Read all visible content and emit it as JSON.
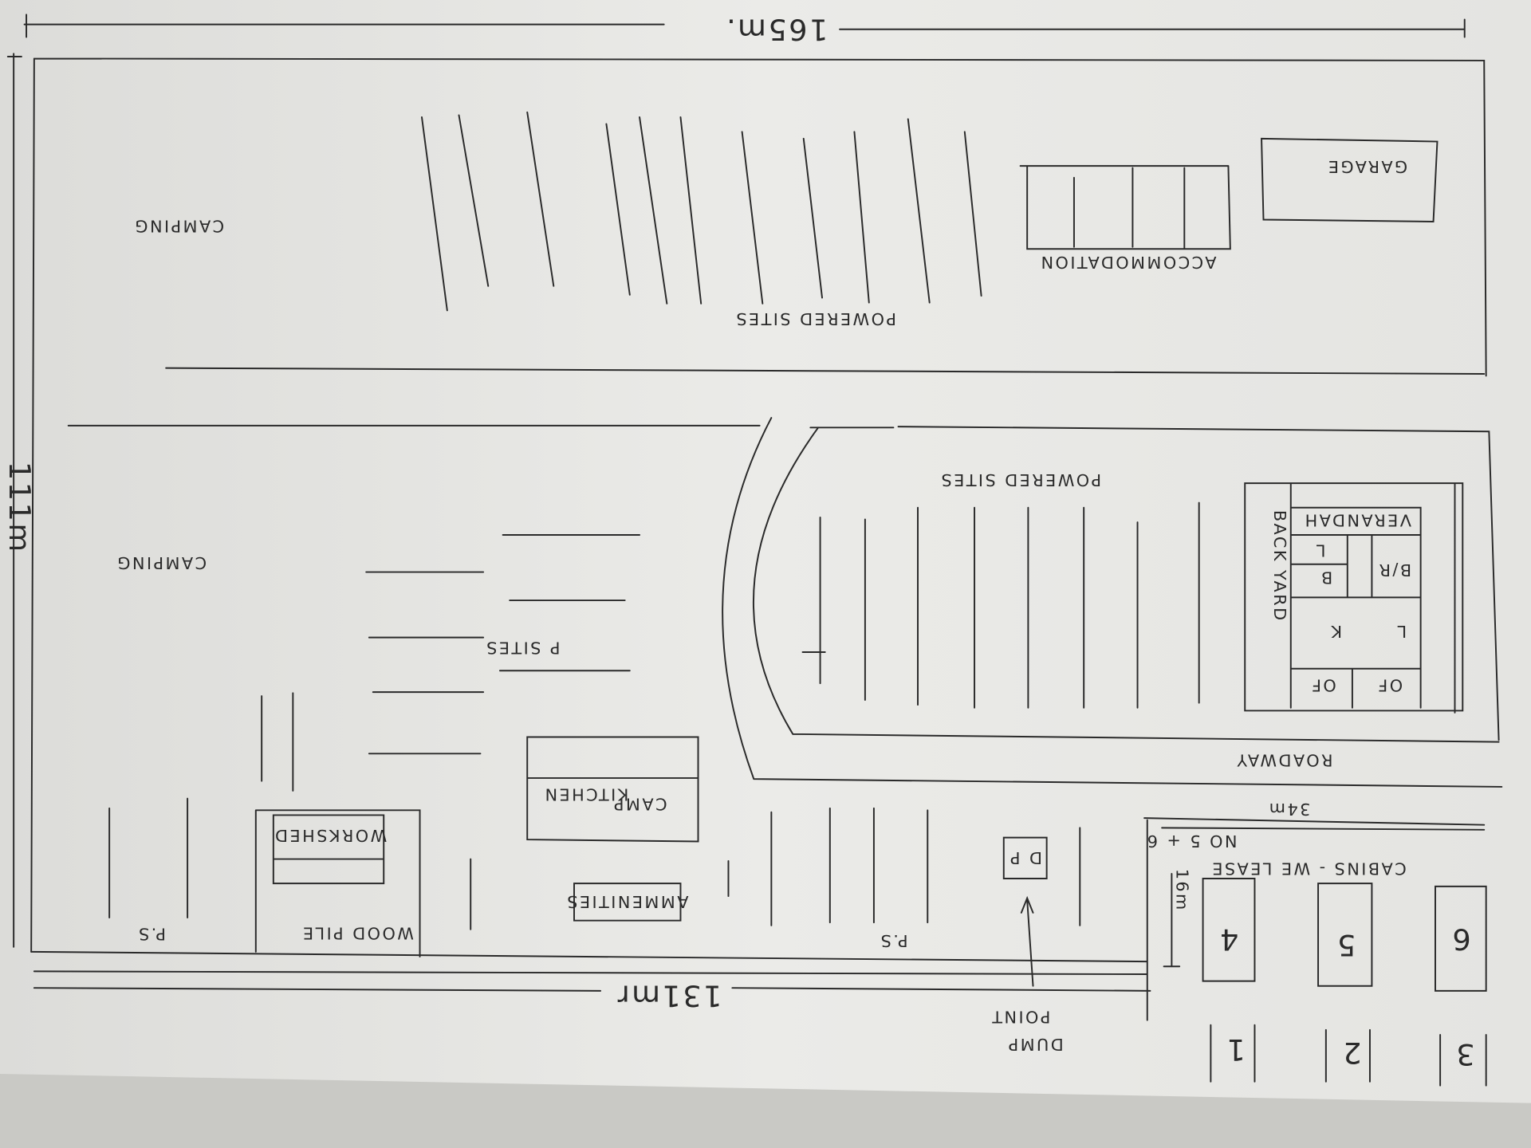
{
  "title_dimension_top": "165m.",
  "dimension_left": "111m",
  "dimension_bottom": "131mr",
  "labels": {
    "camping_top": "CAMPING",
    "powered_sites_top": "POWERED SITES",
    "accommodation": "ACCOMMODATION",
    "garage": "GARAGE",
    "powered_sites_mid": "POWERED SITES",
    "camping_mid": "CAMPING",
    "p_sites": "P SITES",
    "verandah": "VERANDAH",
    "back_yard": "BACK YARD",
    "bedroom": "B/R",
    "bath": "B",
    "laundry": "L",
    "kitchen": "K",
    "living": "L",
    "office1": "OF",
    "office2": "OF",
    "roadway": "ROADWAY",
    "cabins_width": "34m",
    "cabins_line1": "CABINS - WE LEASE",
    "cabins_line2": "NO 5 + 6",
    "cabins_depth": "16m",
    "cabin_6": "6",
    "cabin_5": "5",
    "cabin_4": "4",
    "cabin_3": "3",
    "cabin_2": "2",
    "cabin_1": "1",
    "camp_kitchen_1": "CAMP",
    "camp_kitchen_2": "KITCHEN",
    "amenities": "AMMENITIES",
    "workshed": "WORKSHED",
    "wood_pile": "WOOD PILE",
    "ps_left": "P.S",
    "ps_mid": "P.S",
    "dump_point_box": "D P",
    "dump_point_1": "DUMP",
    "dump_point_2": "POINT"
  },
  "colors": {
    "paper": "#e8e8e5",
    "ink": "#2a2a2a",
    "table": "#c9c9c5"
  }
}
